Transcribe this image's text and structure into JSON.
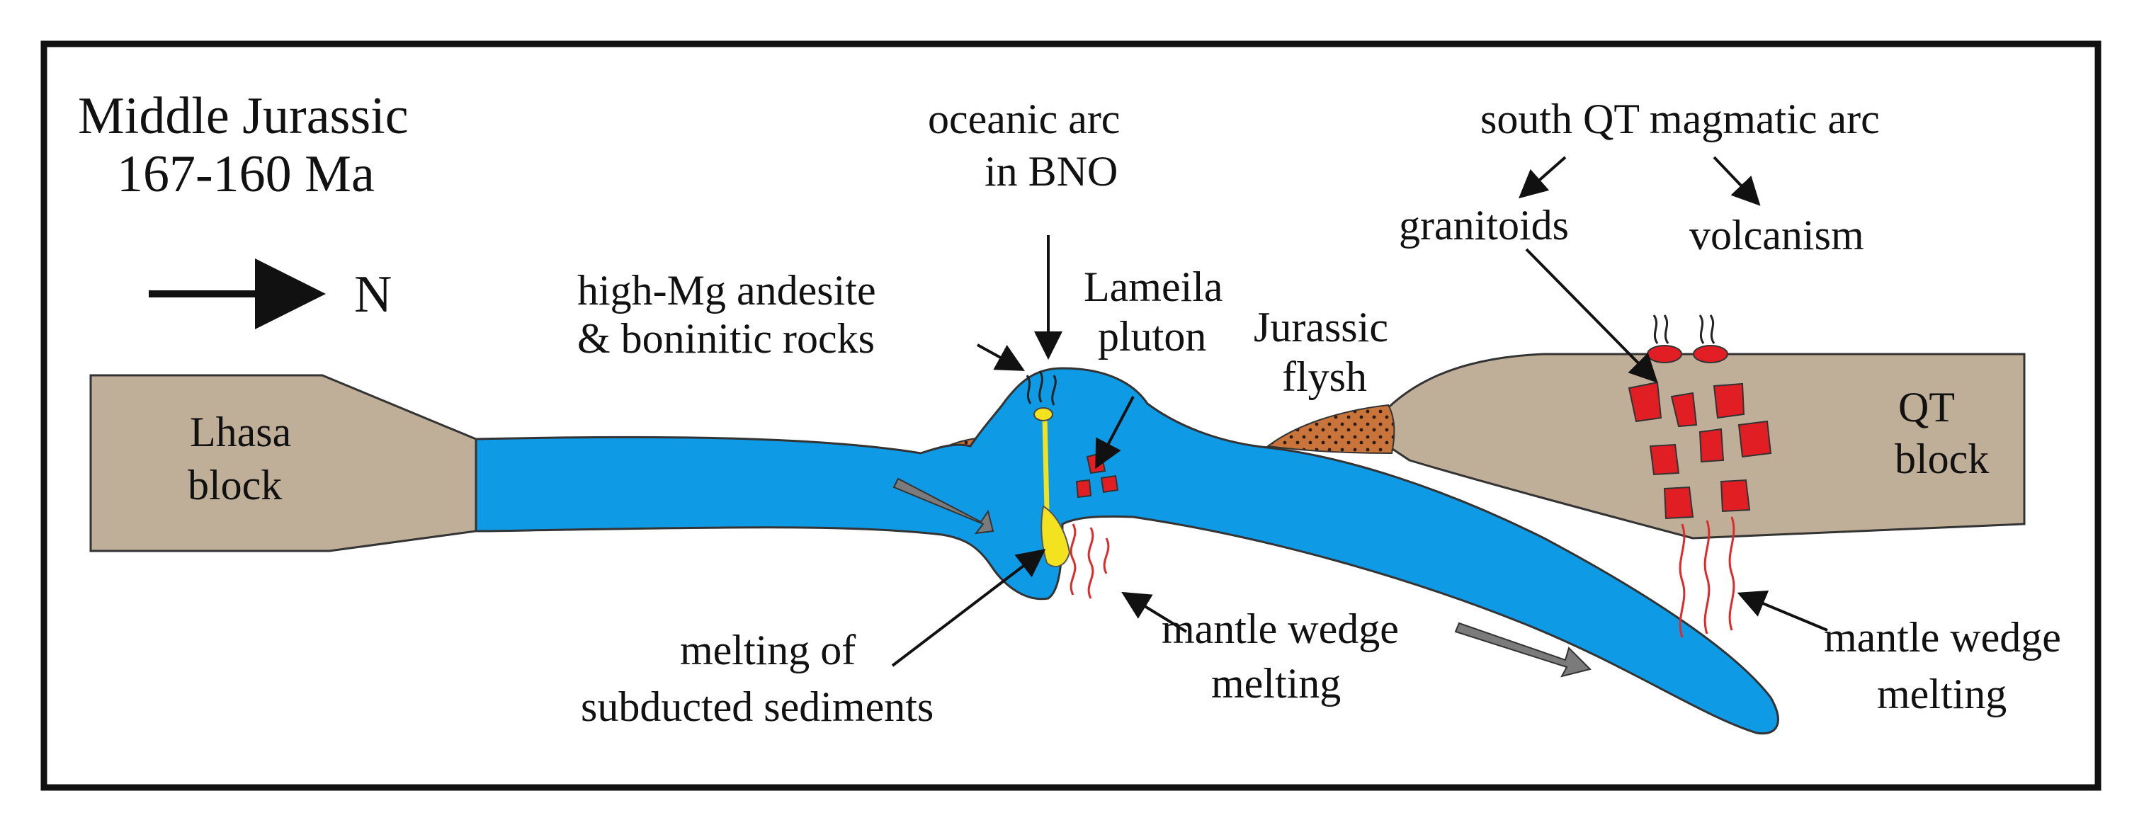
{
  "title": {
    "line1": "Middle Jurassic",
    "line2": "167-160 Ma"
  },
  "direction": "N",
  "labels": {
    "lhasa_1": "Lhasa",
    "lhasa_2": "block",
    "qt_1": "QT",
    "qt_2": "block",
    "arc_1": "oceanic arc",
    "arc_2": "in BNO",
    "hmg_1": "high-Mg andesite",
    "hmg_2": "& boninitic rocks",
    "lameila_1": "Lameila",
    "lameila_2": "pluton",
    "flysh_1": "Jurassic",
    "flysh_2": "flysh",
    "sqt": "south QT magmatic arc",
    "granitoids": "granitoids",
    "volcanism": "volcanism",
    "melt_1": "melting of",
    "melt_2": "subducted sediments",
    "mw1_1": "mantle wedge",
    "mw1_2": "melting",
    "mw2_1": "mantle wedge",
    "mw2_2": "melting"
  },
  "colors": {
    "frame": "#111111",
    "ocean_plate": "#0f9ae6",
    "continental_block": "#bfaf98",
    "sediment": "#c8743a",
    "granitoid": "#e01e24",
    "melt": "#f3e21f",
    "melt_path": "#dd2a2a",
    "plate_arrow": "#7b7b7b"
  }
}
